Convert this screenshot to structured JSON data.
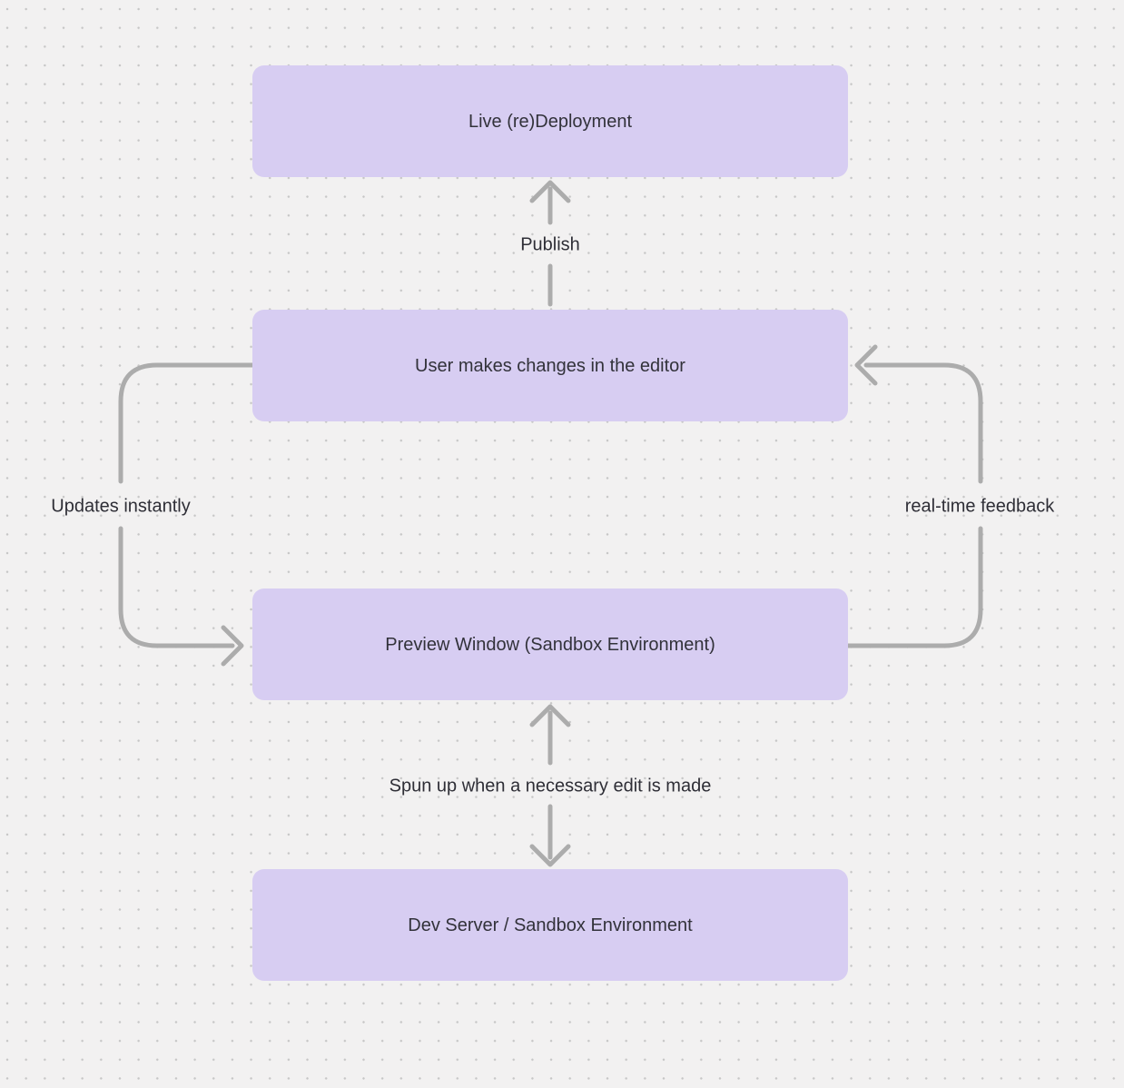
{
  "colors": {
    "background": "#f2f1f1",
    "dot": "#c6c6c6",
    "node_fill": "#d7cdf2",
    "node_text": "#32323a",
    "arrow": "#acacac",
    "label_text": "#2e2e36"
  },
  "nodes": [
    {
      "id": "live-deployment",
      "label": "Live (re)Deployment"
    },
    {
      "id": "editor-changes",
      "label": "User makes changes in the editor"
    },
    {
      "id": "preview-window",
      "label": "Preview Window (Sandbox Environment)"
    },
    {
      "id": "dev-server",
      "label": "Dev Server / Sandbox Environment"
    }
  ],
  "edges": [
    {
      "id": "publish",
      "label": "Publish",
      "from": "editor-changes",
      "to": "live-deployment"
    },
    {
      "id": "updates-instantly",
      "label": "Updates instantly",
      "from": "editor-changes",
      "to": "preview-window"
    },
    {
      "id": "real-time-feedback",
      "label": "real-time feedback",
      "from": "preview-window",
      "to": "editor-changes"
    },
    {
      "id": "spun-up",
      "label": "Spun up when a necessary edit is made",
      "from": "dev-server",
      "to": "preview-window",
      "bidirectional": true
    }
  ]
}
